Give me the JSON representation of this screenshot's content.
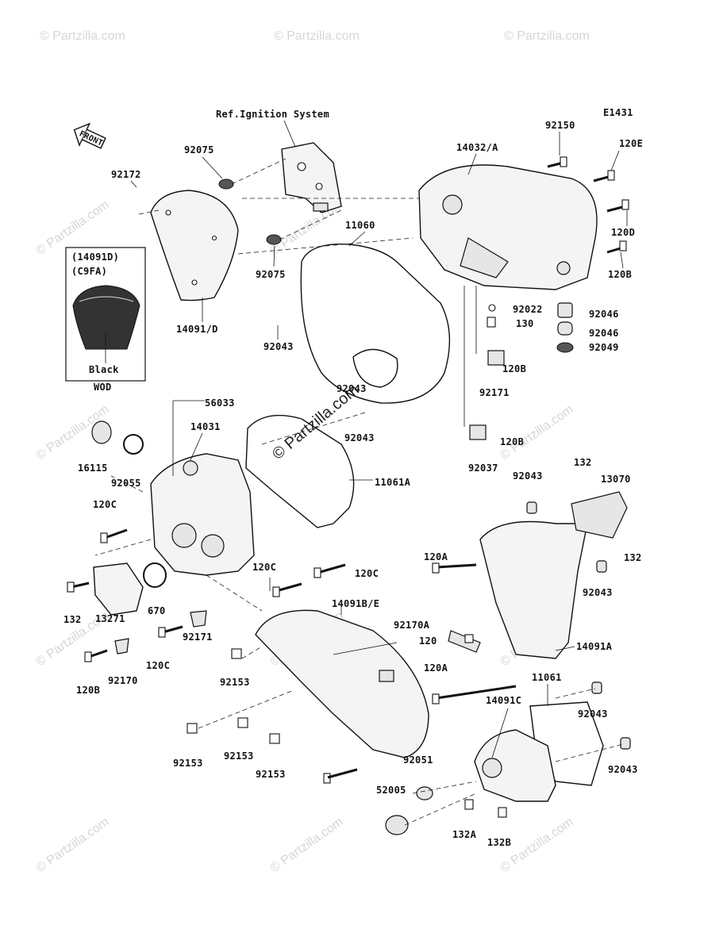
{
  "diagram_code": "E1431",
  "ref_note": "Ref.Ignition System",
  "front_label": "FRONT",
  "inset": {
    "code": "(14091D)",
    "color_code": "(C9FA)",
    "color": "Black",
    "opt": "WOD"
  },
  "watermarks": [
    "© Partzilla.com"
  ],
  "center_watermark": "© Partzilla.com",
  "part_labels": [
    "92172",
    "92075",
    "92075",
    "14091/D",
    "11060",
    "92043",
    "92043",
    "14032/A",
    "92150",
    "120E",
    "120D",
    "120B",
    "92022",
    "130",
    "92046",
    "92046",
    "92049",
    "120B",
    "92171",
    "120B",
    "92037",
    "56033",
    "14031",
    "16115",
    "92055",
    "92043",
    "11061A",
    "120C",
    "120C",
    "120C",
    "132",
    "13271",
    "670",
    "92171",
    "120C",
    "120B",
    "92170",
    "92153",
    "92153",
    "92153",
    "92153",
    "14091B/E",
    "92170A",
    "120",
    "120A",
    "120A",
    "92043",
    "13070",
    "132",
    "132",
    "92043",
    "14091A",
    "11061",
    "14091C",
    "92043",
    "92043",
    "92051",
    "52005",
    "132A",
    "132B"
  ]
}
